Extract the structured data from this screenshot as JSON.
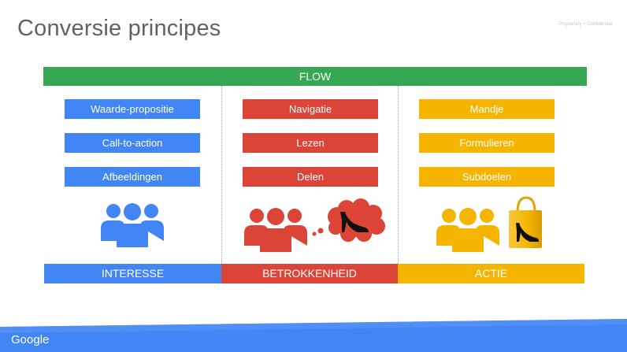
{
  "slide": {
    "title": "Conversie principes",
    "confidential": "Proprietary + Confidential",
    "logo": "Google"
  },
  "flow_label": "FLOW",
  "columns": [
    {
      "stage": "INTERESSE",
      "color": "#4285f4",
      "items": [
        "Waarde-propositie",
        "Call-to-action",
        "Afbeeldingen"
      ],
      "icons": [
        "people-group-icon"
      ]
    },
    {
      "stage": "BETROKKENHEID",
      "color": "#db4437",
      "items": [
        "Navigatie",
        "Lezen",
        "Delen"
      ],
      "icons": [
        "people-group-icon",
        "thought-bubble-high-heel-icon"
      ]
    },
    {
      "stage": "ACTIE",
      "color": "#f4b400",
      "items": [
        "Mandje",
        "Formulieren",
        "Subdoelen"
      ],
      "icons": [
        "people-group-icon",
        "shopping-bag-high-heel-icon"
      ]
    }
  ],
  "colors": {
    "flow": "#34a853",
    "text": "#5f6368",
    "footer": "#4285f4"
  }
}
